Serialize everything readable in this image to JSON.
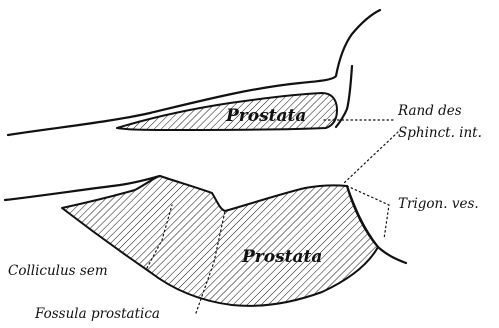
{
  "diagram": {
    "organ_labels": {
      "upper": "Prostata",
      "lower": "Prostata"
    },
    "callouts": {
      "sphincter_line1": "Rand des",
      "sphincter_line2": "Sphinct. int.",
      "trigone": "Trigon. ves.",
      "colliculus": "Colliculus sem",
      "fossula": "Fossula prostatica"
    },
    "colors": {
      "ink": "#111111",
      "background": "#ffffff"
    }
  }
}
